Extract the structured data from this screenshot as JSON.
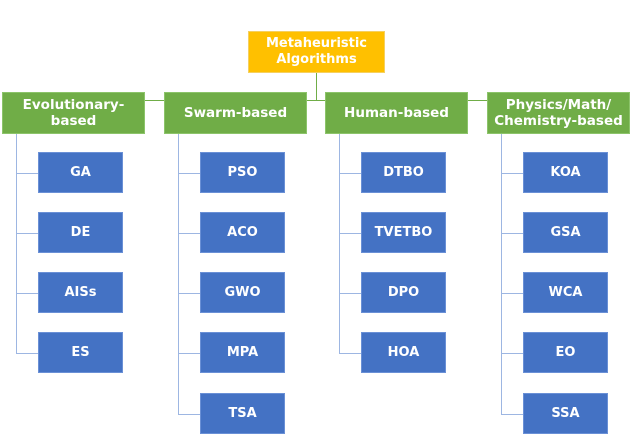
{
  "root": {
    "label": "Metaheuristic Algorithms"
  },
  "colors": {
    "root": "#ffc000",
    "category": "#70ad47",
    "leaf": "#4472c4",
    "connector": "#9db6e2"
  },
  "categories": [
    {
      "label": "Evolutionary-based",
      "items": [
        "GA",
        "DE",
        "AISs",
        "ES"
      ]
    },
    {
      "label": "Swarm-based",
      "items": [
        "PSO",
        "ACO",
        "GWO",
        "MPA",
        "TSA"
      ]
    },
    {
      "label": "Human-based",
      "items": [
        "DTBO",
        "TVETBO",
        "DPO",
        "HOA"
      ]
    },
    {
      "label": "Physics/Math/ Chemistry-based",
      "items": [
        "KOA",
        "GSA",
        "WCA",
        "EO",
        "SSA"
      ]
    }
  ]
}
